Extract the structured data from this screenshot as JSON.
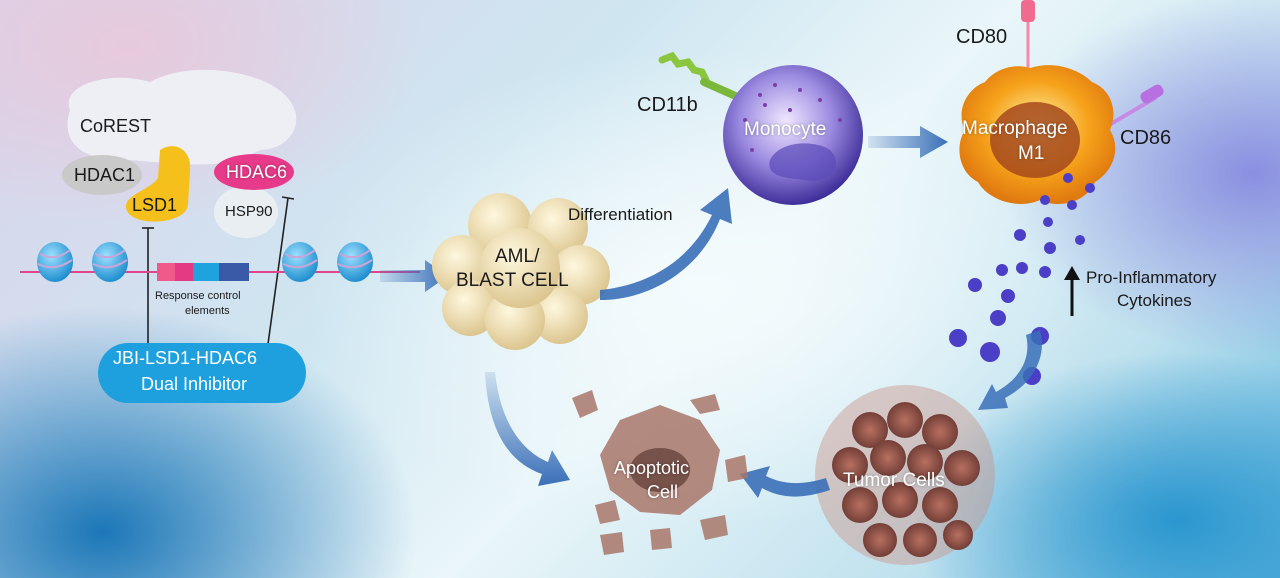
{
  "labels": {
    "corest": "CoREST",
    "hdac1": "HDAC1",
    "lsd1": "LSD1",
    "hdac6": "HDAC6",
    "hsp90": "HSP90",
    "response_line1": "Response control",
    "response_line2": "elements",
    "inhibitor_line1": "JBI-LSD1-HDAC6",
    "inhibitor_line2": "Dual Inhibitor",
    "aml_line1": "AML/",
    "aml_line2": "BLAST CELL",
    "differentiation": "Differentiation",
    "cd11b": "CD11b",
    "monocyte": "Monocyte",
    "cd80": "CD80",
    "cd86": "CD86",
    "macrophage_line1": "Macrophage",
    "macrophage_line2": "M1",
    "cytokines_line1": "Pro-Inflammatory",
    "cytokines_line2": "Cytokines",
    "tumor": "Tumor Cells",
    "apoptotic_line1": "Apoptotic",
    "apoptotic_line2": "Cell"
  },
  "colors": {
    "hdac6": "#e83a8a",
    "lsd1": "#f5c01c",
    "inhibitor": "#1da0dd",
    "arrow": "#3a6fb8",
    "cytokine": "#4a3fc6",
    "nucleosome": "#3bb3e6"
  }
}
